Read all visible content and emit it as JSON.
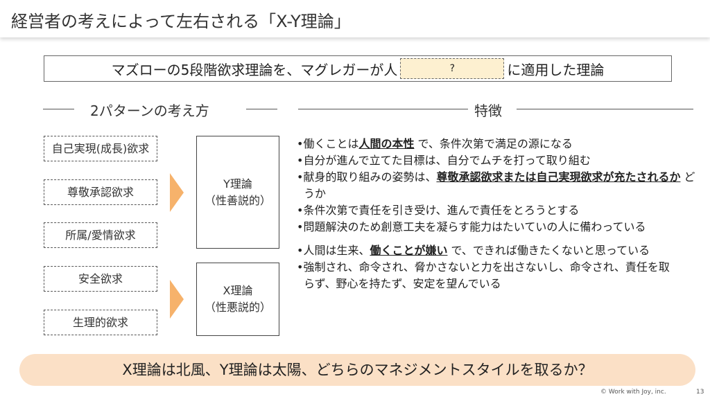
{
  "title": "経営者の考えによって左右される「X-Y理論」",
  "definition": {
    "before": "マズローの5段階欲求理論を、マグレガーが人",
    "blank": "?",
    "after": "に適用した理論"
  },
  "headings": {
    "patterns": "2パターンの考え方",
    "features": "特徴"
  },
  "needs": [
    "自己実現(成長)欲求",
    "尊敬承認欲求",
    "所属/愛情欲求",
    "安全欲求",
    "生理的欲求"
  ],
  "theories": [
    {
      "name": "Y理論",
      "sub": "（性善説的）"
    },
    {
      "name": "X理論",
      "sub": "（性悪説的）"
    }
  ],
  "y_bullets": [
    [
      {
        "t": "•働くことは"
      },
      {
        "t": "人間の本性",
        "em": true
      },
      {
        "t": " で、条件次第で満足の源になる"
      }
    ],
    [
      {
        "t": "•自分が進んで立てた目標は、自分でムチを打って取り組む"
      }
    ],
    [
      {
        "t": "•献身的取り組みの姿勢は、"
      },
      {
        "t": "尊敬承認欲求または自己実現欲求が充たされるか",
        "em": true
      },
      {
        "t": " どうか"
      }
    ],
    [
      {
        "t": "•条件次第で責任を引き受け、進んで責任をとろうとする"
      }
    ],
    [
      {
        "t": "•問題解決のため創意工夫を凝らす能力はたいていの人に備わっている"
      }
    ]
  ],
  "x_bullets": [
    [
      {
        "t": "•人間は生来、"
      },
      {
        "t": "働くことが嫌い",
        "em": true
      },
      {
        "t": " で、できれば働きたくないと思っている"
      }
    ],
    [
      {
        "t": "•強制され、命令され、脅かさないと力を出さないし、命令され、責任を取らず、野心を持たず、安定を望んでいる"
      }
    ]
  ],
  "question": "X理論は北風、Y理論は太陽、どちらのマネジメントスタイルを取るか？",
  "footer": {
    "copyright": "© Work with Joy, inc.",
    "page": "13"
  },
  "colors": {
    "arrow": "#f6b26b",
    "pill": "#fbe0c6",
    "blank": "#fdf0d0"
  }
}
